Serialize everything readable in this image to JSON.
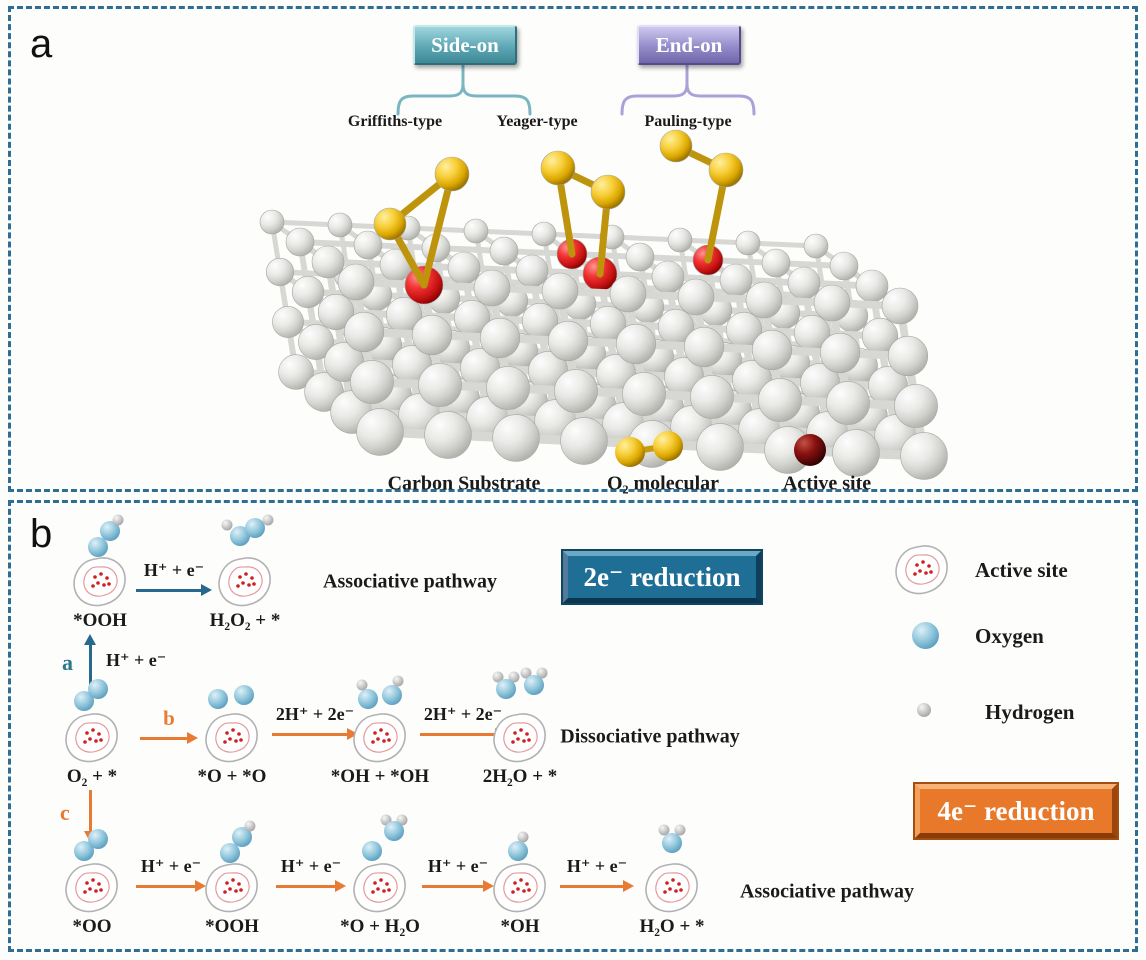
{
  "colors": {
    "frame_border": "#2e6d94",
    "side_on_badge": "#5ea8b6",
    "end_on_badge": "#948bc9",
    "badge_2e_bg": "#1f6e96",
    "badge_4e_bg": "#e8782a",
    "blue_arrow": "#27688e",
    "orange_arrow": "#e87b33",
    "oxygen_atom": "#8ec5db",
    "o2_gold": "#f0c020",
    "active_site_red": "#e01818"
  },
  "panel_a": {
    "label": "a",
    "badge_side_on": "Side-on",
    "badge_end_on": "End-on",
    "type_griffiths": "Griffiths-type",
    "type_yeager": "Yeager-type",
    "type_pauling": "Pauling-type",
    "legend_carbon": "Carbon Substrate",
    "legend_o2": "O₂ molecular",
    "legend_active": "Active site"
  },
  "panel_b": {
    "label": "b",
    "badge_2e": "2e⁻ reduction",
    "badge_4e": "4e⁻ reduction",
    "pathway_assoc_top": "Associative pathway",
    "pathway_dissoc": "Dissociative pathway",
    "pathway_assoc_bottom": "Associative pathway",
    "branch_a": "a",
    "branch_b": "b",
    "branch_c": "c",
    "step_a": "H⁺ + e⁻",
    "rows": [
      {
        "species": [
          {
            "formula": "*OOH",
            "mol": [
              [
                "O",
                46,
                34
              ],
              [
                "O",
                58,
                18
              ],
              [
                "H",
                66,
                7
              ]
            ]
          },
          {
            "formula": "H₂O₂ + *",
            "mol": [
              [
                "H",
                30,
                12
              ],
              [
                "O",
                43,
                23
              ],
              [
                "O",
                58,
                15
              ],
              [
                "H",
                71,
                7
              ]
            ]
          }
        ],
        "arrows": [
          "H⁺ + e⁻"
        ]
      },
      {
        "species": [
          {
            "formula": "O₂ + *",
            "mol": [
              [
                "O",
                40,
                32
              ],
              [
                "O",
                54,
                20
              ]
            ]
          },
          {
            "formula": "*O + *O",
            "mol": [
              [
                "O",
                34,
                30
              ],
              [
                "O",
                60,
                26
              ]
            ]
          },
          {
            "formula": "*OH + *OH",
            "mol": [
              [
                "H",
                30,
                16
              ],
              [
                "O",
                36,
                30
              ],
              [
                "H",
                66,
                12
              ],
              [
                "O",
                60,
                26
              ]
            ]
          },
          {
            "formula": "2H₂O + *",
            "mol": [
              [
                "H",
                26,
                8
              ],
              [
                "H",
                42,
                8
              ],
              [
                "O",
                34,
                20
              ],
              [
                "H",
                54,
                4
              ],
              [
                "H",
                70,
                4
              ],
              [
                "O",
                62,
                16
              ]
            ]
          }
        ],
        "arrows": [
          "2H⁺ + 2e⁻",
          "2H⁺ + 2e⁻"
        ]
      },
      {
        "species": [
          {
            "formula": "*OO",
            "mol": [
              [
                "O",
                40,
                32
              ],
              [
                "O",
                54,
                20
              ]
            ]
          },
          {
            "formula": "*OOH",
            "mol": [
              [
                "O",
                46,
                34
              ],
              [
                "O",
                58,
                18
              ],
              [
                "H",
                66,
                7
              ]
            ]
          },
          {
            "formula": "*O + H₂O",
            "mol": [
              [
                "O",
                40,
                32
              ],
              [
                "H",
                54,
                1
              ],
              [
                "H",
                70,
                1
              ],
              [
                "O",
                62,
                12
              ]
            ]
          },
          {
            "formula": "*OH",
            "mol": [
              [
                "H",
                51,
                18
              ],
              [
                "O",
                46,
                32
              ]
            ]
          },
          {
            "formula": "H₂O + *",
            "mol": [
              [
                "H",
                40,
                11
              ],
              [
                "H",
                56,
                11
              ],
              [
                "O",
                48,
                24
              ]
            ]
          }
        ],
        "arrows": [
          "H⁺ + e⁻",
          "H⁺ + e⁻",
          "H⁺ + e⁻",
          "H⁺ + e⁻"
        ]
      }
    ],
    "legend": [
      {
        "label": "Active site"
      },
      {
        "label": "Oxygen"
      },
      {
        "label": "Hydrogen"
      }
    ]
  }
}
